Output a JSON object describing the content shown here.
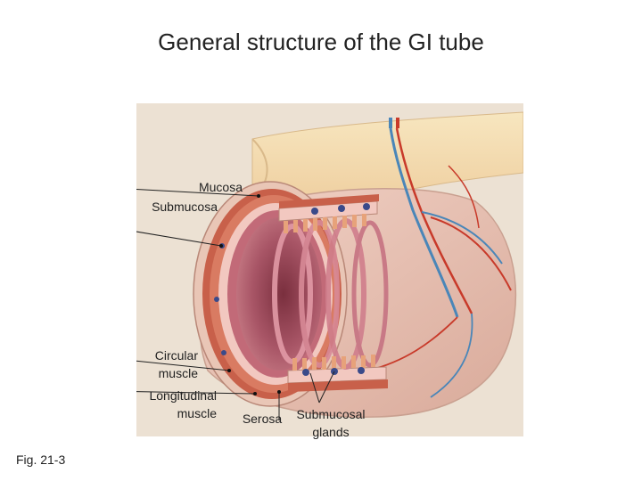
{
  "slide": {
    "title": "General structure of the GI tube",
    "figure_ref": "Fig. 21-3"
  },
  "labels": {
    "mucosa": "Mucosa",
    "submucosa": "Submucosa",
    "circular_muscle_1": "Circular",
    "circular_muscle_2": "muscle",
    "longitudinal_muscle_1": "Longitudinal",
    "longitudinal_muscle_2": "muscle",
    "serosa": "Serosa",
    "submucosal_glands_1": "Submucosal",
    "submucosal_glands_2": "glands"
  },
  "colors": {
    "background": "#ece1d3",
    "mesentery": "#f4ddb0",
    "wall": "#e8c3b4",
    "muscle": "#c8604a",
    "mucosa": "#b8606e",
    "lumen": "#9c4a5a",
    "vein": "#4a86b8",
    "artery": "#c83a2a",
    "gland": "#3a4a8a"
  }
}
